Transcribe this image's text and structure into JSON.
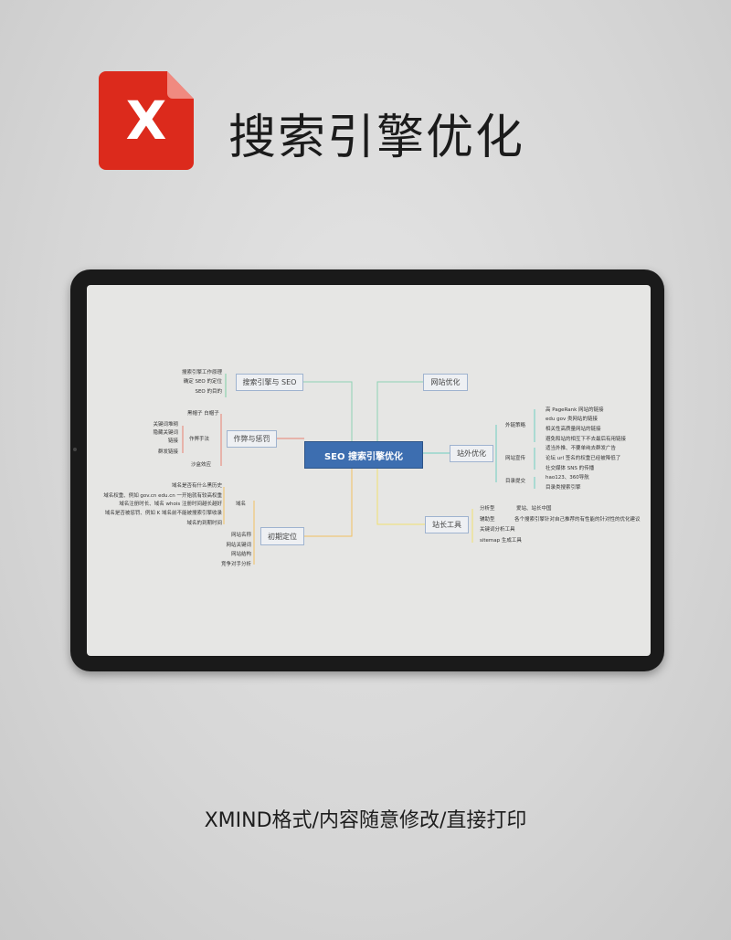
{
  "header": {
    "title": "搜索引擎优化",
    "logo_letter": "X",
    "logo_color": "#dc2a1c"
  },
  "caption": "XMIND格式/内容随意修改/直接打印",
  "mindmap": {
    "center": "SEO 搜索引擎优化",
    "seo": {
      "label": "搜索引擎与 SEO",
      "items": [
        "搜索引擎工作原理",
        "确定 SEO 的定位",
        "SEO 的目的"
      ]
    },
    "cheat": {
      "label": "作弊与惩罚",
      "hat": "黑帽子 白帽子",
      "method": "作弊手法",
      "methods": [
        "关键词堆砌",
        "隐藏关键词",
        "链接",
        "群发链接"
      ],
      "sandbox": "沙盒效应"
    },
    "init": {
      "label": "初期定位",
      "domain": "域名",
      "domain_items": [
        "域名是否有什么黑历史",
        "域名权重、例如 gov.cn edu.cn 一开始就有较高权重",
        "域名注册时长、域名 whois 注册时间越长越好",
        "域名是否被惩罚、例如 K 域名前不能被搜索引擎收录",
        "域名的到期时间"
      ],
      "items": [
        "网站名称",
        "网站关键词",
        "网站结构",
        "竞争对手分析"
      ]
    },
    "onsite": {
      "label": "网站优化"
    },
    "offsite": {
      "label": "站外优化",
      "links": "外链策略",
      "link_items": [
        "高 PageRank 网站的链接",
        "edu gov 类网站的链接",
        "相关性高质量网站的链接",
        "避免和站的相互下不去最后有用链接"
      ],
      "promo": "网站宣传",
      "promo_items": [
        "适当外推、不要单纯去群发广告",
        "论坛 url 签名的权重已经被降低了",
        "社交媒体 SNS 的传播"
      ],
      "dir": "目录提交",
      "dir_items": [
        "hao123、360导航",
        "目录类搜索引擎"
      ]
    },
    "tools": {
      "label": "站长工具",
      "analysis": "分析型",
      "analysis_item": "爱站、站长中国",
      "assist": "辅助型",
      "assist_item": "各个搜索引擎针对自己推荐的有性能的针对性的优化建议",
      "items": [
        "关键词分析工具",
        "sitemap 生成工具"
      ]
    }
  }
}
